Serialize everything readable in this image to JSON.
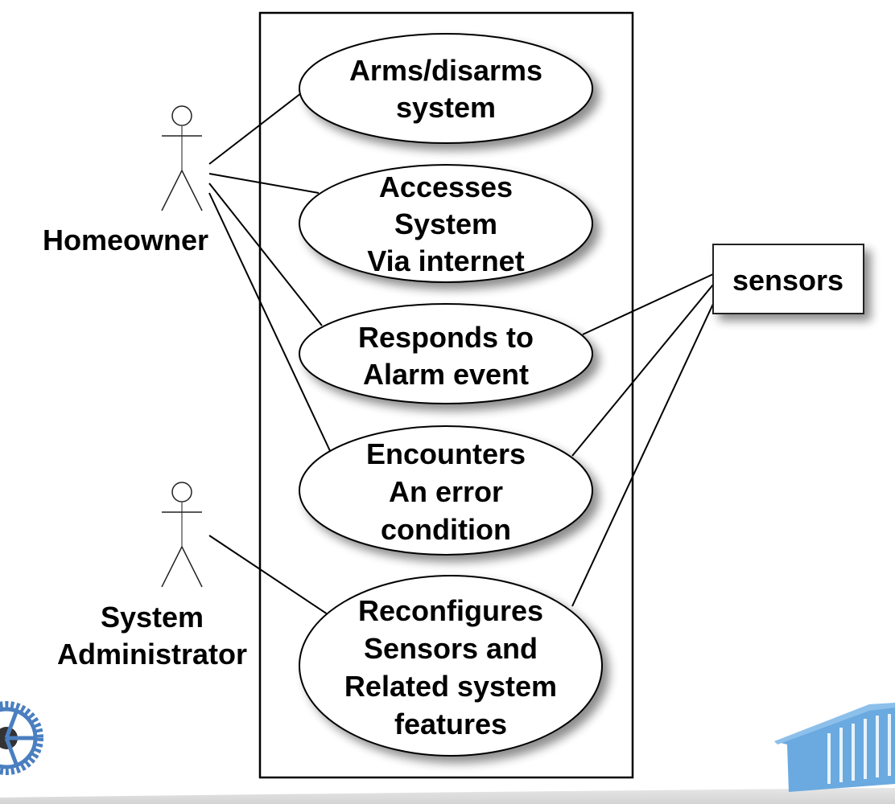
{
  "diagram": {
    "type": "use-case",
    "system_boundary": {
      "label": ""
    },
    "actors": [
      {
        "id": "homeowner",
        "label_lines": [
          "Homeowner"
        ]
      },
      {
        "id": "sysadmin",
        "label_lines": [
          "System",
          "Administrator"
        ]
      }
    ],
    "use_cases": [
      {
        "id": "arms",
        "lines": [
          "Arms/disarms",
          "system"
        ]
      },
      {
        "id": "access",
        "lines": [
          "Accesses",
          "System",
          "Via internet"
        ]
      },
      {
        "id": "responds",
        "lines": [
          "Responds to",
          "Alarm event"
        ]
      },
      {
        "id": "encounters",
        "lines": [
          "Encounters",
          "An error",
          "condition"
        ]
      },
      {
        "id": "reconfigures",
        "lines": [
          "Reconfigures",
          "Sensors and",
          "Related system",
          "features"
        ]
      }
    ],
    "external_entities": [
      {
        "id": "sensors",
        "label": "sensors"
      }
    ],
    "associations": [
      {
        "from": "homeowner",
        "to": "arms"
      },
      {
        "from": "homeowner",
        "to": "access"
      },
      {
        "from": "homeowner",
        "to": "responds"
      },
      {
        "from": "homeowner",
        "to": "encounters"
      },
      {
        "from": "sysadmin",
        "to": "reconfigures"
      },
      {
        "from": "sensors",
        "to": "responds"
      },
      {
        "from": "sensors",
        "to": "encounters"
      },
      {
        "from": "sensors",
        "to": "reconfigures"
      }
    ]
  },
  "decorations": {
    "gear_logo": "gear-icon",
    "building_logo": "building-icon",
    "accent_blue": "#4a7fc0",
    "building_blue": "#6aaae0",
    "footer_gray": "#d9d9d9"
  }
}
